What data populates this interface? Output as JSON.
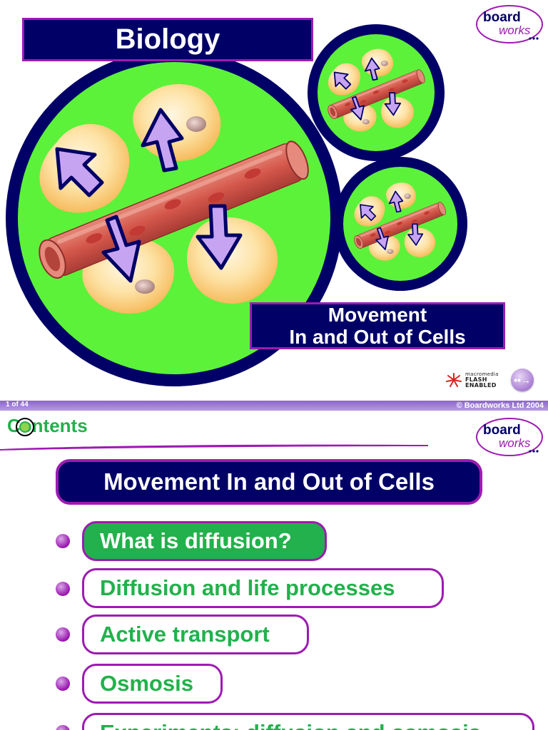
{
  "slide1": {
    "title": "Biology",
    "subtitle_line1": "Movement",
    "subtitle_line2": "In and Out of Cells",
    "logo": {
      "line1": "board",
      "line2": "works"
    },
    "flash_badge": {
      "brand": "macromedia",
      "line1": "FLASH",
      "line2": "ENABLED"
    },
    "next_icon": "arrow-right-icon"
  },
  "footer": {
    "page_indicator": "1 of 44",
    "copyright": "© Boardworks Ltd 2004"
  },
  "slide2": {
    "header": "Contents",
    "logo": {
      "line1": "board",
      "line2": "works"
    },
    "section_title": "Movement In and Out of Cells",
    "menu": [
      {
        "label": "What is diffusion?",
        "active": true
      },
      {
        "label": "Diffusion and life processes",
        "active": false
      },
      {
        "label": "Active transport",
        "active": false
      },
      {
        "label": "Osmosis",
        "active": false
      },
      {
        "label": "Experiments: diffusion and osmosis",
        "active": false
      }
    ]
  },
  "colors": {
    "navy": "#000066",
    "purple": "#9d1bb2",
    "green": "#22b14c",
    "circle_green": "#5cf23a"
  }
}
